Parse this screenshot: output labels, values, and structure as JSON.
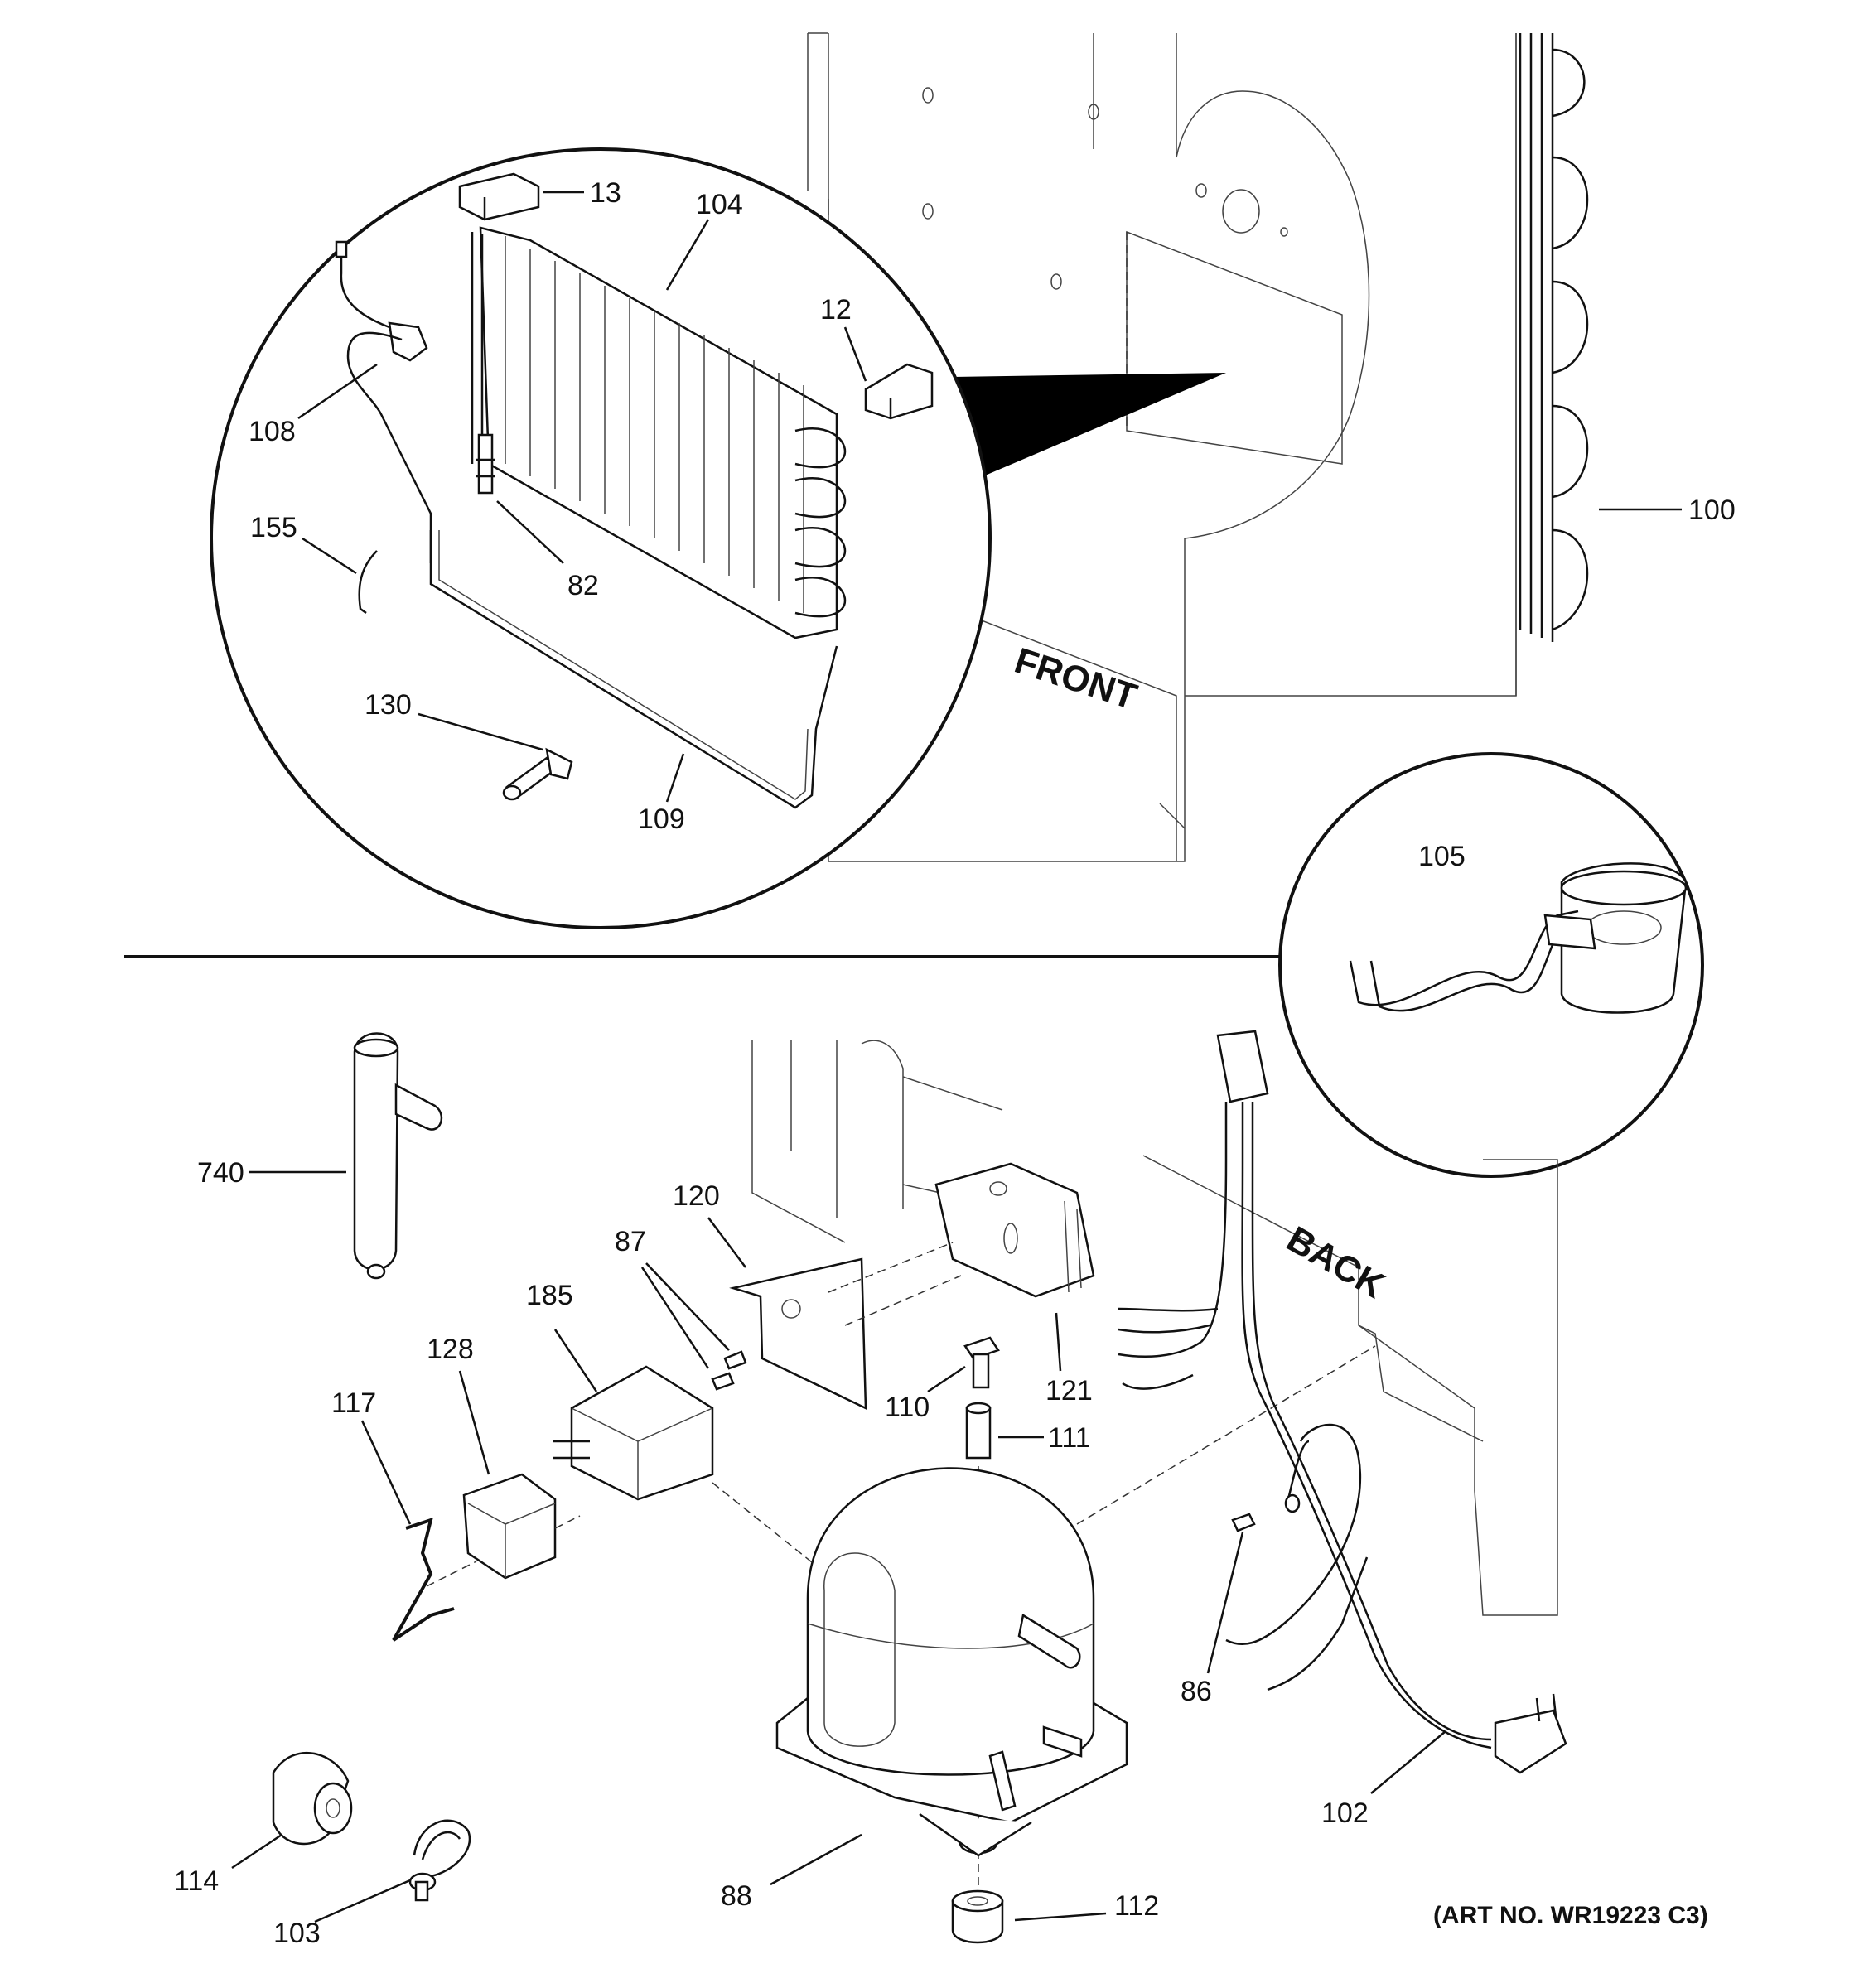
{
  "diagram": {
    "art_number": "(ART NO. WR19223 C3)",
    "cabinet_labels": {
      "front": "FRONT",
      "back": "BACK"
    },
    "part_labels": {
      "p13": "13",
      "p104": "104",
      "p12": "12",
      "p108": "108",
      "p155": "155",
      "p82": "82",
      "p130": "130",
      "p109": "109",
      "p100": "100",
      "p105": "105",
      "p740": "740",
      "p120": "120",
      "p87": "87",
      "p185": "185",
      "p128": "128",
      "p117": "117",
      "p121": "121",
      "p110": "110",
      "p111": "111",
      "p86": "86",
      "p102": "102",
      "p114": "114",
      "p103": "103",
      "p88": "88",
      "p112": "112"
    }
  }
}
